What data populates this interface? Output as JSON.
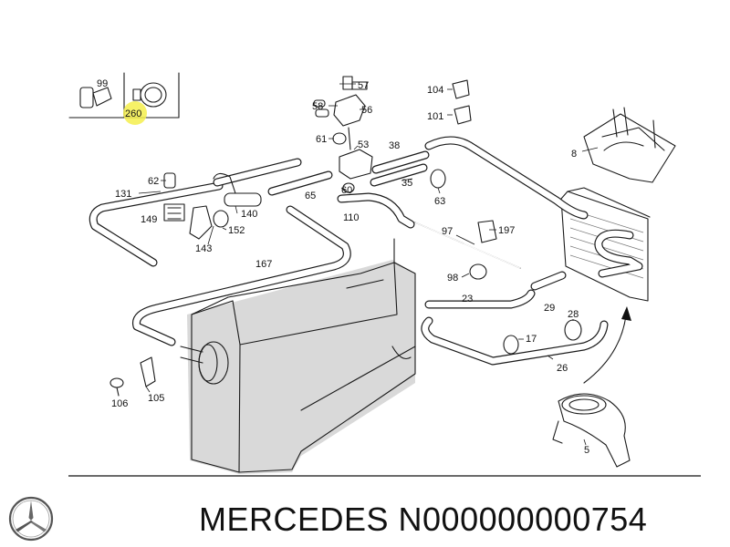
{
  "footer": {
    "caption": "MERCEDES N000000000754",
    "logo": "mercedes-star-icon"
  },
  "highlight_color": "#f5ee4c",
  "parts": [
    {
      "key": "p99",
      "label": "99"
    },
    {
      "key": "p260",
      "label": "260"
    },
    {
      "key": "p57",
      "label": "57"
    },
    {
      "key": "p58",
      "label": "58"
    },
    {
      "key": "p56",
      "label": "56"
    },
    {
      "key": "p61",
      "label": "61"
    },
    {
      "key": "p53",
      "label": "53"
    },
    {
      "key": "p38",
      "label": "38"
    },
    {
      "key": "p104",
      "label": "104"
    },
    {
      "key": "p101",
      "label": "101"
    },
    {
      "key": "p8",
      "label": "8"
    },
    {
      "key": "p62",
      "label": "62"
    },
    {
      "key": "p131",
      "label": "131"
    },
    {
      "key": "p149",
      "label": "149"
    },
    {
      "key": "p140",
      "label": "140"
    },
    {
      "key": "p152",
      "label": "152"
    },
    {
      "key": "p143",
      "label": "143"
    },
    {
      "key": "p65",
      "label": "65"
    },
    {
      "key": "p60",
      "label": "60"
    },
    {
      "key": "p35",
      "label": "35"
    },
    {
      "key": "p63",
      "label": "63"
    },
    {
      "key": "p110",
      "label": "110"
    },
    {
      "key": "p197",
      "label": "197"
    },
    {
      "key": "p97",
      "label": "97"
    },
    {
      "key": "p98",
      "label": "98"
    },
    {
      "key": "p167",
      "label": "167"
    },
    {
      "key": "p23",
      "label": "23"
    },
    {
      "key": "p29",
      "label": "29"
    },
    {
      "key": "p28",
      "label": "28"
    },
    {
      "key": "p17",
      "label": "17"
    },
    {
      "key": "p26",
      "label": "26"
    },
    {
      "key": "p106",
      "label": "106"
    },
    {
      "key": "p105",
      "label": "105"
    },
    {
      "key": "p5",
      "label": "5"
    }
  ]
}
